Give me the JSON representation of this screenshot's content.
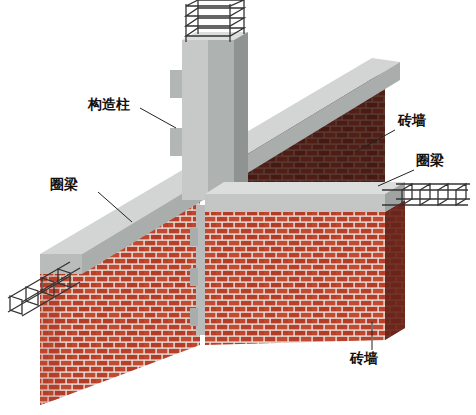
{
  "diagram": {
    "labels": [
      "构造柱",
      "砖墙",
      "圈梁",
      "圈梁",
      "砖墙"
    ]
  }
}
